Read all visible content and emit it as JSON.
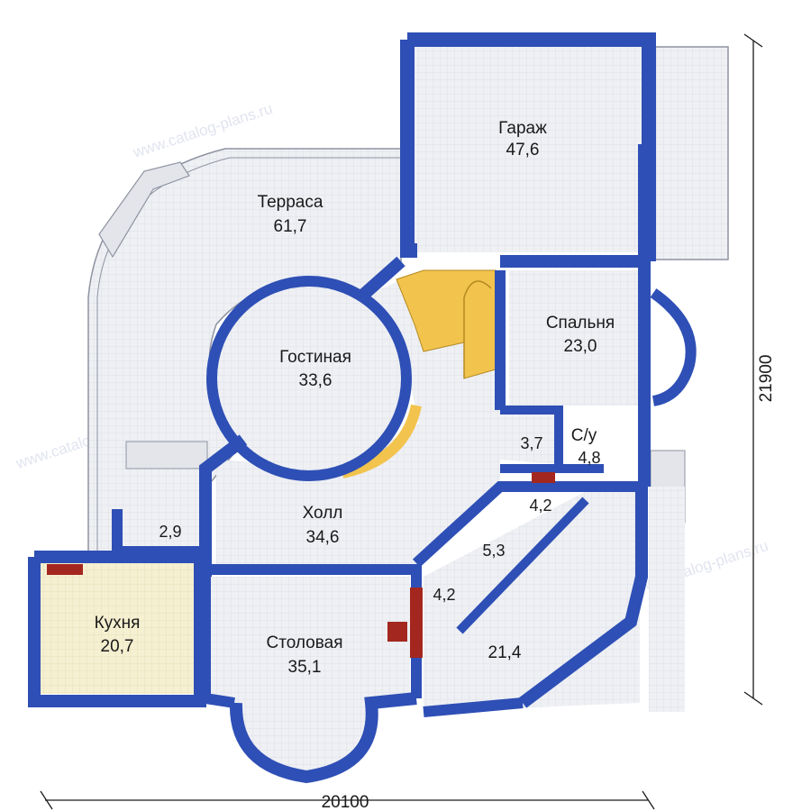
{
  "colors": {
    "wall": "#2e4fb5",
    "wall_edge": "#1b2f80",
    "floor": "#eef0f4",
    "grid": "#d9dde6",
    "kitchen_floor": "#f6f0d2",
    "stair": "#f2c34d",
    "hearth": "#a4271f",
    "terrace_rail": "#b9bcc4"
  },
  "rooms": [
    {
      "id": "garage",
      "label": "Гараж",
      "area": "47,6"
    },
    {
      "id": "terrace",
      "label": "Терраса",
      "area": "61,7"
    },
    {
      "id": "living",
      "label": "Гостиная",
      "area": "33,6"
    },
    {
      "id": "bedroom",
      "label": "Спальня",
      "area": "23,0"
    },
    {
      "id": "hall",
      "label": "Холл",
      "area": "34,6"
    },
    {
      "id": "kitchen",
      "label": "Кухня",
      "area": "20,7"
    },
    {
      "id": "dining",
      "label": "Столовая",
      "area": "35,1"
    },
    {
      "id": "wc",
      "label": "С/у",
      "area": "4,8"
    }
  ],
  "small_areas": [
    {
      "id": "corridor-a",
      "area": "3,7"
    },
    {
      "id": "pantry",
      "area": "2,9"
    },
    {
      "id": "closet-a",
      "area": "4,2"
    },
    {
      "id": "closet-b",
      "area": "5,3"
    },
    {
      "id": "closet-c",
      "area": "4,2"
    },
    {
      "id": "room-214",
      "area": "21,4"
    }
  ],
  "dimensions": {
    "width": "20100",
    "height": "21900"
  },
  "watermark": "www.catalog-plans.ru"
}
